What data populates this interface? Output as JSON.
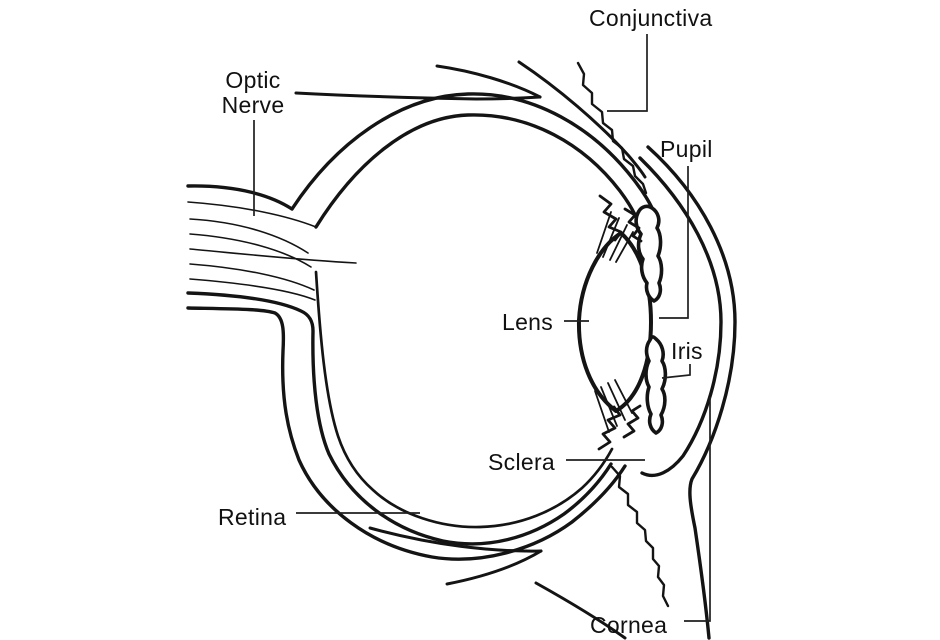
{
  "diagram": {
    "kind": "human-eye-cross-section",
    "background_color": "#ffffff",
    "line_color": "#141414",
    "labels": {
      "conjunctiva": "Conjunctiva",
      "optic_nerve": {
        "line1": "Optic",
        "line2": "Nerve"
      },
      "pupil": "Pupil",
      "lens": "Lens",
      "iris": "Iris",
      "sclera": "Sclera",
      "retina": "Retina",
      "cornea": "Cornea"
    }
  }
}
